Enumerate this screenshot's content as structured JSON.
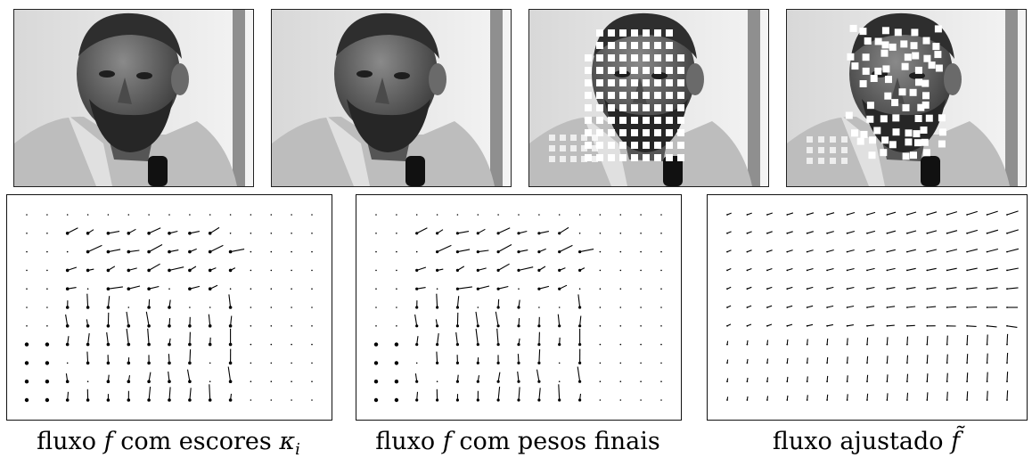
{
  "captions": [
    {
      "prefix": "fluxo",
      "symbol": "f",
      "suffix": "com escores",
      "tail_symbol": "κ",
      "tail_sub": "i"
    },
    {
      "prefix": "fluxo",
      "symbol": "f",
      "suffix": "com pesos finais",
      "tail_symbol": "",
      "tail_sub": ""
    },
    {
      "prefix": "fluxo ajustado",
      "symbol": "f̃",
      "suffix": "",
      "tail_symbol": "",
      "tail_sub": ""
    }
  ],
  "photos": [
    {
      "overlay": "none"
    },
    {
      "overlay": "none"
    },
    {
      "overlay": "regular-grid-squares"
    },
    {
      "overlay": "irregular-squares"
    }
  ],
  "flow_fields": [
    {
      "kind": "raw-flow-with-scores"
    },
    {
      "kind": "raw-flow-with-final-weights"
    },
    {
      "kind": "smoothed-flow"
    }
  ]
}
